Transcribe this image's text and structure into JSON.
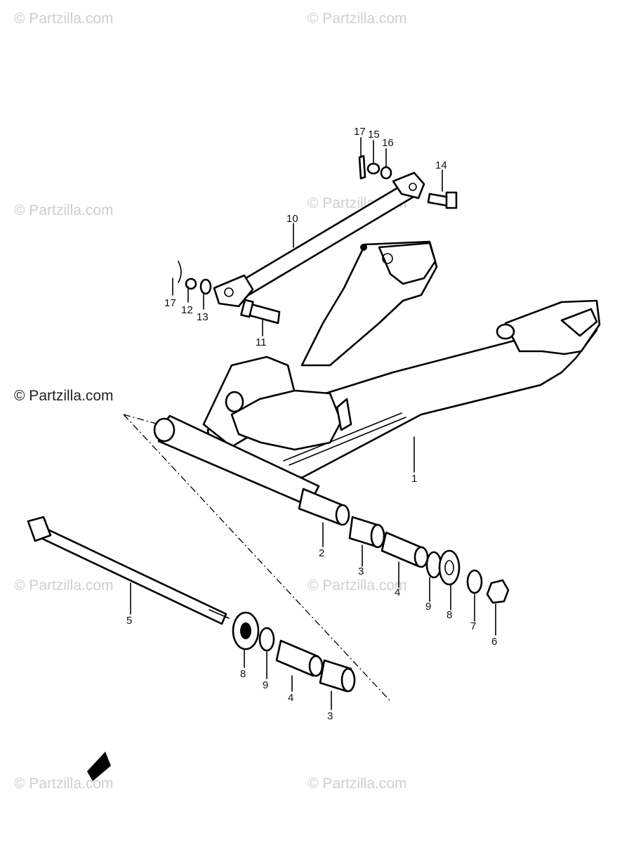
{
  "watermarks": {
    "text": "© Partzilla.com",
    "main_text": "© Partzilla.com"
  },
  "callouts": {
    "p1": "1",
    "p2": "2",
    "p3a": "3",
    "p3b": "3",
    "p4a": "4",
    "p4b": "4",
    "p5": "5",
    "p6": "6",
    "p7": "7",
    "p8a": "8",
    "p8b": "8",
    "p9a": "9",
    "p9b": "9",
    "p10": "10",
    "p11": "11",
    "p12": "12",
    "p13": "13",
    "p14": "14",
    "p15": "15",
    "p16": "16",
    "p17a": "17",
    "p17b": "17"
  },
  "colors": {
    "ink": "#000000",
    "background": "#ffffff",
    "watermark": "#cfcfcf"
  }
}
